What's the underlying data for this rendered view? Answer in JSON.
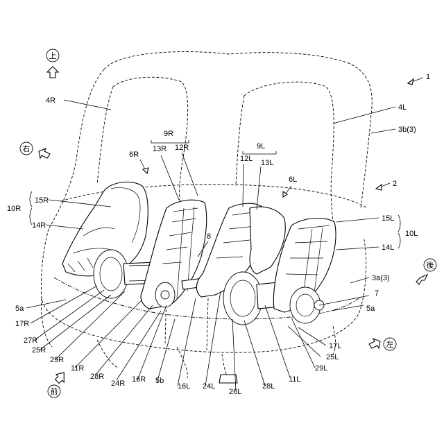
{
  "figure": {
    "ref_numbers": {
      "n1": "1",
      "n2": "2",
      "n4R": "4R",
      "n4L": "4L",
      "n3b": "3b(3)",
      "n3a": "3a(3)",
      "n9R": "9R",
      "n13R": "13R",
      "n12R": "12R",
      "n6R": "6R",
      "n9L": "9L",
      "n12L": "12L",
      "n13L": "13L",
      "n6L": "6L",
      "n10R": "10R",
      "n15R": "15R",
      "n14R": "14R",
      "n15L": "15L",
      "n10L": "10L",
      "n14L": "14L",
      "n8": "8",
      "n7": "7",
      "n5a_left": "5a",
      "n5a_right": "5a",
      "n17R": "17R",
      "n27R": "27R",
      "n25R": "25R",
      "n29R": "29R",
      "n11R": "11R",
      "n28R": "28R",
      "n24R": "24R",
      "n16R": "16R",
      "n5b": "5b",
      "n16L": "16L",
      "n24L": "24L",
      "n26L": "26L",
      "n28L": "28L",
      "n11L": "11L",
      "n29L": "29L",
      "n25L": "25L",
      "n17L": "17L"
    },
    "directions": {
      "up": "上",
      "right": "右",
      "rear": "後",
      "left": "左",
      "front": "前"
    },
    "icons": [
      "up-arrow-icon",
      "right-arrow-icon",
      "rear-arrow-icon",
      "left-arrow-icon",
      "front-arrow-icon"
    ]
  }
}
